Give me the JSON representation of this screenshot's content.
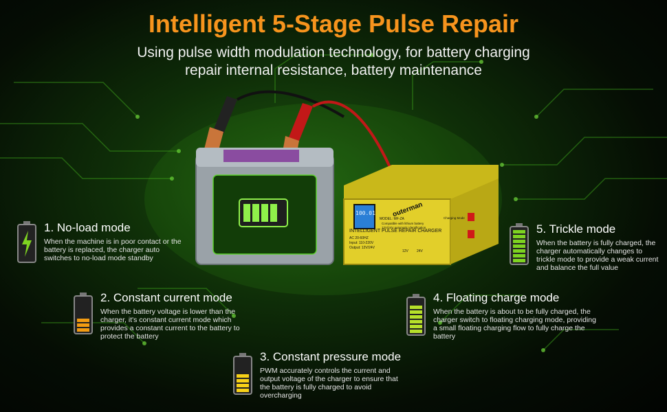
{
  "title": "Intelligent 5-Stage Pulse Repair",
  "subtitle_line1": "Using pulse width modulation technology, for battery charging",
  "subtitle_line2": "repair internal resistance, battery maintenance",
  "colors": {
    "title": "#f7941d",
    "green": "#7ed321",
    "orange": "#f39c12",
    "yellow": "#f7d117"
  },
  "stages": [
    {
      "title": "1. No-load mode",
      "desc": "When the machine is in poor contact or the battery is replaced, the charger auto switches to no-load mode standby",
      "icon": "battery-bolt-icon"
    },
    {
      "title": "2. Constant current mode",
      "desc": "When the battery voltage is lower than the charger, it's constant current mode which provides a constant current to the battery to protect the battery",
      "icon": "battery-low-icon"
    },
    {
      "title": "3. Constant pressure mode",
      "desc": "PWM accurately controls the current and output voltage of the charger to ensure that the battery is fully charged to avoid overcharging",
      "icon": "battery-half-icon"
    },
    {
      "title": "4. Floating charge mode",
      "desc": "When the battery is about to be fully charged, the charger switch to floating charging mode, providing a small floating charging flow to fully charge the battery",
      "icon": "battery-high-icon"
    },
    {
      "title": "5. Trickle mode",
      "desc": "When the battery is fully charged, the charger automatically changes to trickle mode to provide a weak current and balance the full value",
      "icon": "battery-full-icon"
    }
  ],
  "charger": {
    "brand": "outerman",
    "panel_text": "INTELLIGENT PULSE REPAIR CHARGER",
    "model": "MODEL: MF-ZA",
    "feature1": "Compatible with lithium battery",
    "feature2": "12V/24V automatic identification",
    "spec1": "AC 20-60HZ",
    "spec2": "Input: 110-220V",
    "spec3": "Output: 12V/24V",
    "lcd": "100.01",
    "btn1": "12V",
    "btn2": "24V",
    "switch_label": "Charging Mode"
  }
}
